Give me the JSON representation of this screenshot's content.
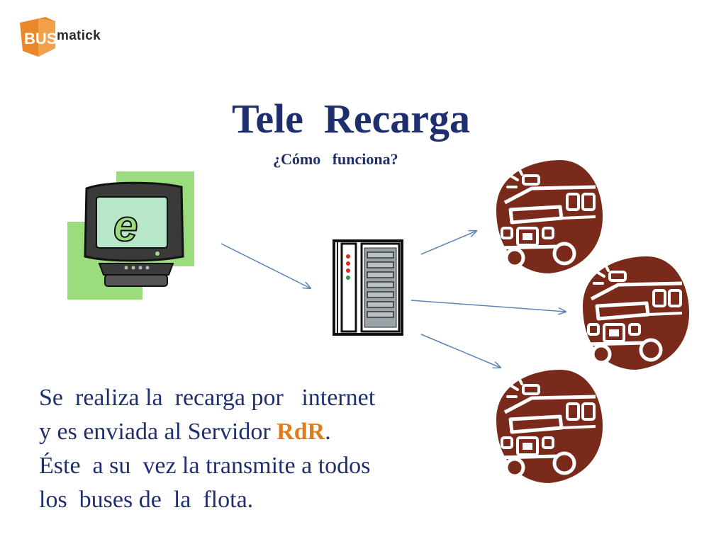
{
  "logo": {
    "badge": "BUS",
    "word": "matick"
  },
  "title": "Tele  Recarga",
  "subtitle": "¿Cómo   funciona?",
  "body": {
    "line1": "Se  realiza la  recarga por   internet",
    "line2_prefix": "y es enviada al Servidor ",
    "line2_highlight": "RdR",
    "line2_suffix": ".",
    "line3": "Éste  a su  vez la transmite a todos",
    "line4": "los  buses de  la  flota."
  },
  "icons": {
    "computer": "computer-ie-icon",
    "server": "server-rack-icon",
    "bus": "bus-icon"
  },
  "colors": {
    "title": "#1f2f6e",
    "highlight": "#e07a1f",
    "bus": "#7a2a1a",
    "arrow": "#5b84b8",
    "screen": "#b8e6c8",
    "green_square": "#9bdc7e"
  }
}
